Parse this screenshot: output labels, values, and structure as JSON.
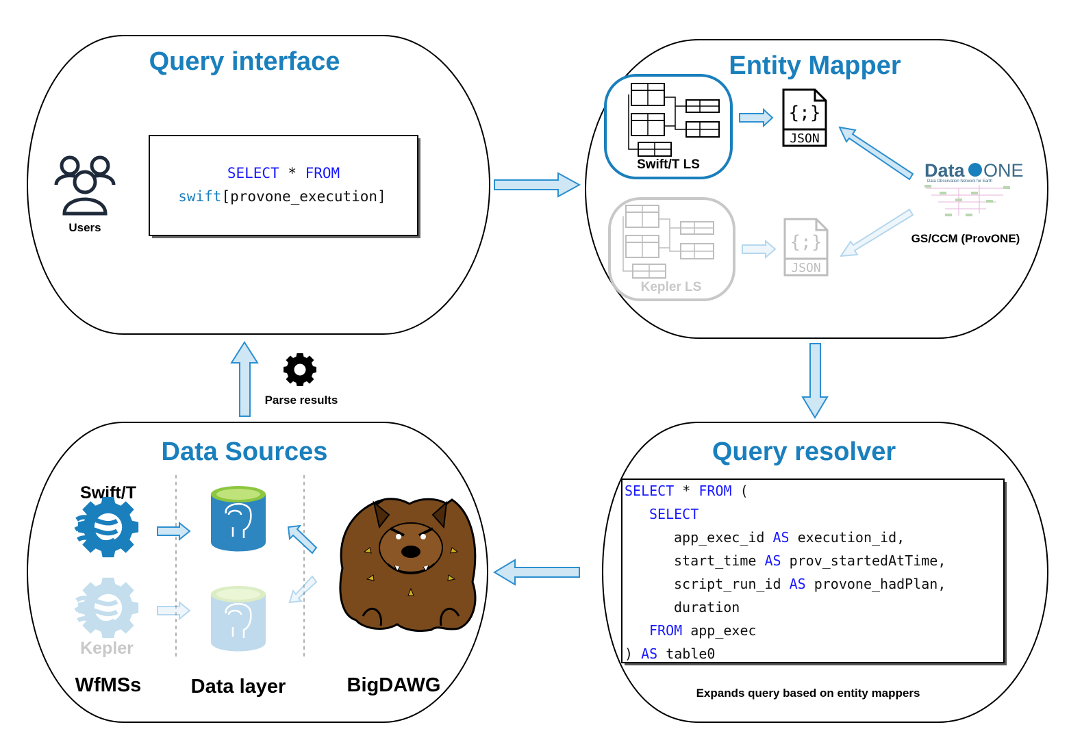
{
  "panels": {
    "query_interface": {
      "title": "Query interface",
      "users_label": "Users"
    },
    "entity_mapper": {
      "title": "Entity Mapper",
      "swift_ls_label": "Swift/T LS",
      "kepler_ls_label": "Kepler LS",
      "json_label": "JSON",
      "json_glyph": "{;}",
      "dataone_brand_a": "Data",
      "dataone_brand_b": "ONE",
      "dataone_tagline": "Data Observation Network for Earth",
      "gsccm_label": "GS/CCM (ProvONE)"
    },
    "data_sources": {
      "title": "Data Sources",
      "swift_label": "Swift/T",
      "kepler_label": "Kepler",
      "wfmss_label": "WfMSs",
      "data_layer_label": "Data layer",
      "bigdawg_label": "BigDAWG"
    },
    "query_resolver": {
      "title": "Query resolver",
      "caption": "Expands query based on entity mappers"
    }
  },
  "query_box": {
    "line1_kw1": "SELECT",
    "line1_op": " * ",
    "line1_kw2": "FROM",
    "line2_fn": "swift",
    "line2_rest": "[provone_execution]"
  },
  "resolver_sql": {
    "l1_kw1": "SELECT",
    "l1_op": " * ",
    "l1_kw2": "FROM",
    "l1_paren": " (",
    "l2_kw": "SELECT",
    "l3_a": "app_exec_id ",
    "l3_kw": "AS",
    "l3_b": " execution_id,",
    "l4_a": "start_time ",
    "l4_kw": "AS",
    "l4_b": " prov_startedAtTime,",
    "l5_a": "script_run_id ",
    "l5_kw": "AS",
    "l5_b": " provone_hadPlan,",
    "l6_a": "duration",
    "l7_kw": "FROM",
    "l7_b": " app_exec",
    "l8_a": ") ",
    "l8_kw": "AS",
    "l8_b": " table0"
  },
  "parse_results_label": "Parse results",
  "colors": {
    "title_blue": "#1a7fbd",
    "arrow_fill": "#cfe6f5",
    "arrow_stroke": "#2a8fd0",
    "sql_keyword": "#1a1aff",
    "faded": "#c8c8c8"
  },
  "icons": [
    "users-icon",
    "table-schema-icon",
    "json-file-icon",
    "dataone-logo",
    "gear-icon",
    "swift-gear-icon",
    "kepler-gear-icon",
    "postgres-cylinder-icon",
    "bigdawg-bulldog-image"
  ]
}
